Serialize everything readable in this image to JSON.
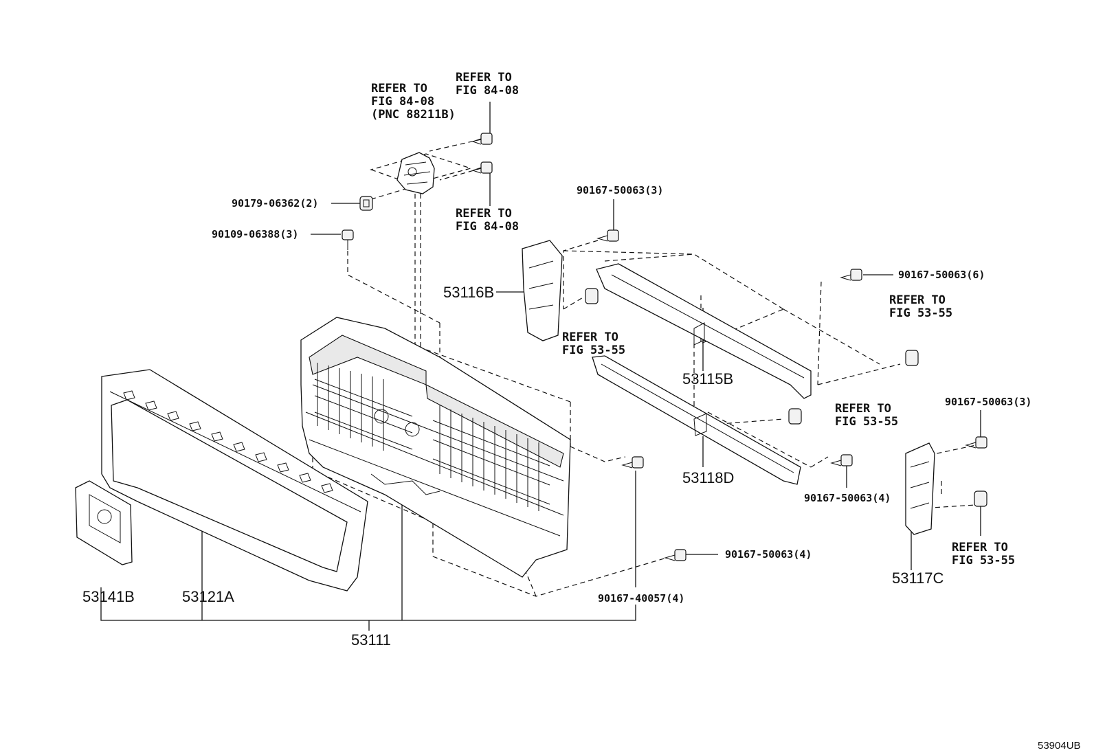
{
  "diagram_code": "53904UB",
  "refer_labels": {
    "sensor_pnc": [
      "REFER TO",
      "FIG 84-08",
      "(PNC 88211B)"
    ],
    "sensor_bolt_top": [
      "REFER TO",
      "FIG 84-08"
    ],
    "sensor_bolt_lower": [
      "REFER TO",
      "FIG 84-08"
    ],
    "bracket_left_clip": [
      "REFER TO",
      "FIG 53-55"
    ],
    "right_clip_top": [
      "REFER TO",
      "FIG 53-55"
    ],
    "right_clip_mid": [
      "REFER TO",
      "FIG 53-55"
    ],
    "right_clip_bottom": [
      "REFER TO",
      "FIG 53-55"
    ]
  },
  "hardware_labels": {
    "nut_90179": "90179-06362(2)",
    "bolt_90109": "90109-06388(3)",
    "screw_top_bracket": "90167-50063(3)",
    "screw_right_top": "90167-50063(6)",
    "screw_right_mid": "90167-50063(3)",
    "screw_lower_mid": "90167-50063(4)",
    "screw_bottom": "90167-50063(4)",
    "screw_40057": "90167-40057(4)"
  },
  "part_labels": {
    "bracket_53116B": "53116B",
    "retainer_53115B": "53115B",
    "retainer_53118D": "53118D",
    "bracket_53117C": "53117C",
    "emblem_53141B": "53141B",
    "grille_53121A": "53121A",
    "assembly_53111": "53111"
  }
}
